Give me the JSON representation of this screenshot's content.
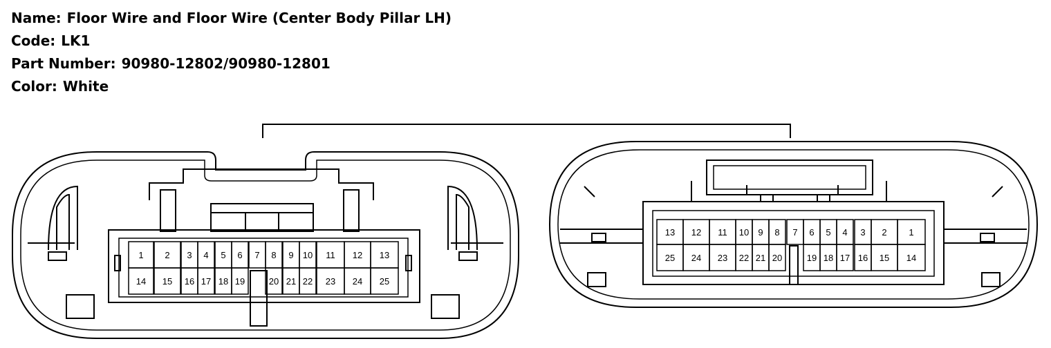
{
  "header": {
    "name_label": "Name:",
    "name_value": "Floor Wire and Floor Wire (Center Body Pillar LH)",
    "code_label": "Code:",
    "code_value": "LK1",
    "part_label": "Part Number:",
    "part_value": "90980-12802/90980-12801",
    "color_label": "Color:",
    "color_value": "White"
  },
  "connector_a": {
    "row1": [
      "1",
      "2",
      "3",
      "4",
      "5",
      "6",
      "7",
      "8",
      "9",
      "10",
      "11",
      "12",
      "13"
    ],
    "row2": [
      "14",
      "15",
      "16",
      "17",
      "18",
      "19",
      "20",
      "21",
      "22",
      "23",
      "24",
      "25"
    ]
  },
  "connector_b": {
    "row1": [
      "13",
      "12",
      "11",
      "10",
      "9",
      "8",
      "7",
      "6",
      "5",
      "4",
      "3",
      "2",
      "1"
    ],
    "row2": [
      "25",
      "24",
      "23",
      "22",
      "21",
      "20",
      "19",
      "18",
      "17",
      "16",
      "15",
      "14"
    ]
  }
}
